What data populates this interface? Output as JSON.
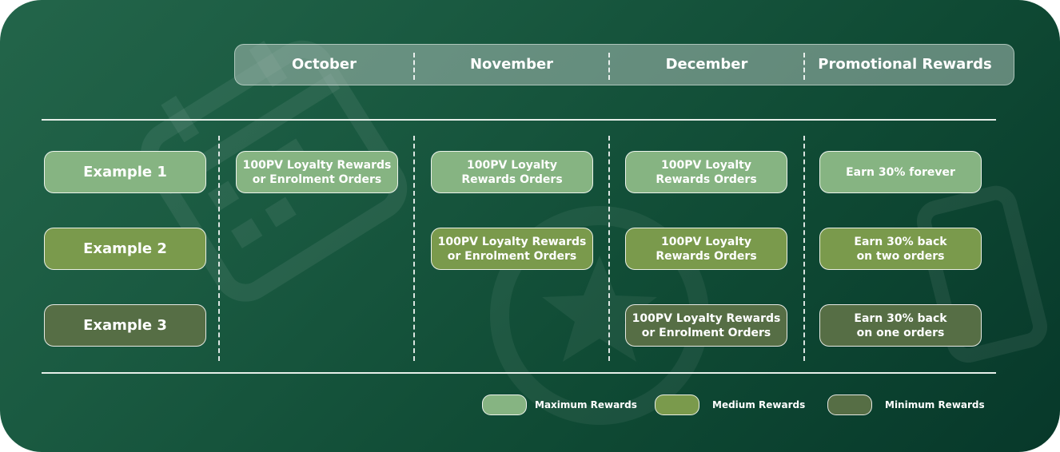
{
  "columns": [
    "October",
    "November",
    "December",
    "Promotional Rewards"
  ],
  "rows": [
    {
      "label": "Example 1",
      "level": "max",
      "cells": [
        {
          "col": 0,
          "level": "max",
          "line1": "100PV Loyalty Rewards",
          "line2": "or Enrolment Orders"
        },
        {
          "col": 1,
          "level": "max",
          "line1": "100PV Loyalty",
          "line2": "Rewards Orders"
        },
        {
          "col": 2,
          "level": "max",
          "line1": "100PV Loyalty",
          "line2": "Rewards Orders"
        },
        {
          "col": 3,
          "level": "max",
          "line1": "Earn 30% forever",
          "line2": ""
        }
      ]
    },
    {
      "label": "Example 2",
      "level": "med",
      "cells": [
        {
          "col": 1,
          "level": "med",
          "line1": "100PV Loyalty Rewards",
          "line2": "or Enrolment Orders"
        },
        {
          "col": 2,
          "level": "med",
          "line1": "100PV Loyalty",
          "line2": "Rewards Orders"
        },
        {
          "col": 3,
          "level": "med",
          "line1": "Earn 30% back",
          "line2_pre": "on ",
          "line2_bold": "two",
          "line2_post": " orders"
        }
      ]
    },
    {
      "label": "Example 3",
      "level": "min",
      "cells": [
        {
          "col": 2,
          "level": "min",
          "line1": "100PV Loyalty Rewards",
          "line2": "or Enrolment Orders"
        },
        {
          "col": 3,
          "level": "min",
          "line1": "Earn 30% back",
          "line2_pre": "on ",
          "line2_bold": "one",
          "line2_post": " orders"
        }
      ]
    }
  ],
  "legend": [
    {
      "level": "max",
      "label": "Maximum Rewards"
    },
    {
      "level": "med",
      "label": "Medium Rewards"
    },
    {
      "level": "min",
      "label": "Minimum Rewards"
    }
  ],
  "colors": {
    "max": "#86b482",
    "med": "#7a9a4c",
    "min": "#566e45",
    "background": "#1a5a41"
  },
  "icons": [
    "calendar-icon",
    "star-badge-icon",
    "phone-icon"
  ]
}
